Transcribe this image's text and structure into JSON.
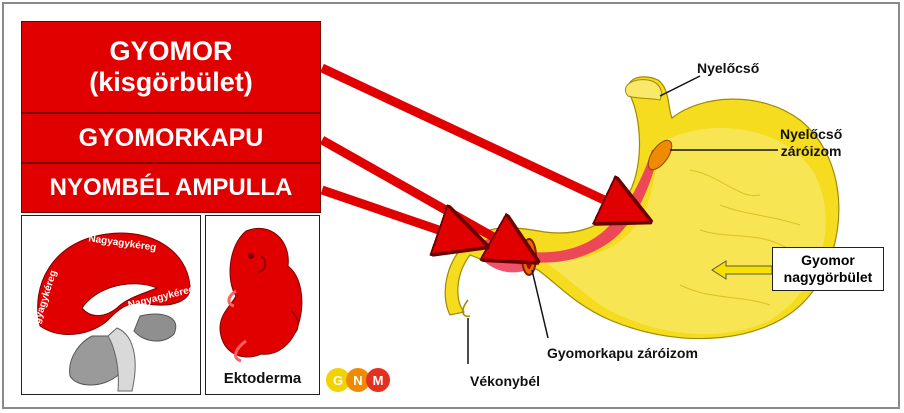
{
  "boxes": {
    "stomach_title": "GYOMOR",
    "stomach_subtitle": "(kisgörbület)",
    "pylorus": "GYOMORKAPU",
    "duodenum": "NYOMBÉL AMPULLA"
  },
  "brain_panel": {
    "top_label": "Nagyagykéreg",
    "left_label": "Nagyagykéreg",
    "right_label": "Nagyagykéreg"
  },
  "embryo_panel": {
    "label": "Ektoderma"
  },
  "logo": {
    "letters": [
      "G",
      "N",
      "M"
    ],
    "colors": [
      "#f2d200",
      "#f08a00",
      "#e53020"
    ]
  },
  "labels": {
    "esophagus": "Nyelőcső",
    "esophageal_sphincter_line1": "Nyelőcső",
    "esophageal_sphincter_line2": "záróizom",
    "greater_curvature_line1": "Gyomor",
    "greater_curvature_line2": "nagygörbület",
    "pyloric_sphincter": "Gyomorkapu záróizom",
    "small_intestine": "Vékonybél"
  },
  "colors": {
    "box_red": "#e00000",
    "arrow_red": "#e00000",
    "stomach_yellow": "#f5dc1e",
    "inner_pink": "#ec3f5c",
    "sphincter_orange": "#f08a00"
  }
}
